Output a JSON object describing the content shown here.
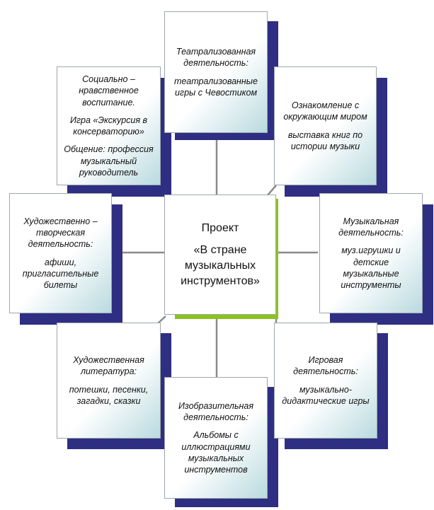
{
  "center": {
    "title": "Проект",
    "lines": [
      "«В стране",
      "музыкальных",
      "инструментов»"
    ]
  },
  "boxes": {
    "top": {
      "title": "Театрализованная деятельность:",
      "lines": [
        "театрализованные игры с Чевостиком"
      ]
    },
    "top_left": {
      "title": "Социально – нравственное воспитание.",
      "lines": [
        "Игра «Экскурсия в консерваторию»",
        "Общение: профессия музыкальный руководитель"
      ]
    },
    "top_right": {
      "title": "Ознакомление с окружающим миром",
      "lines": [
        "выставка книг по истории музыки"
      ]
    },
    "left": {
      "title": "Художественно – творческая деятельность:",
      "lines": [
        "афиши, пригласительные билеты"
      ]
    },
    "right": {
      "title": "Музыкальная деятельность:",
      "lines": [
        "муз.игрушки и детские музыкальные инструменты"
      ]
    },
    "bottom_left": {
      "title": "Художественная литература:",
      "lines": [
        "потешки, песенки, загадки, сказки"
      ]
    },
    "bottom": {
      "title": "Изобразительная деятельность:",
      "lines": [
        "Альбомы с иллюстрациями музыкальных инструментов"
      ]
    },
    "bottom_right": {
      "title": "Игровая деятельность:",
      "lines": [
        "музыкально-дидактические игры"
      ]
    }
  },
  "colors": {
    "shadow": "#2e2e82",
    "center_accent": "#8cc21f",
    "box_tint": "#b9dadf",
    "connector": "#8a8a8a"
  }
}
